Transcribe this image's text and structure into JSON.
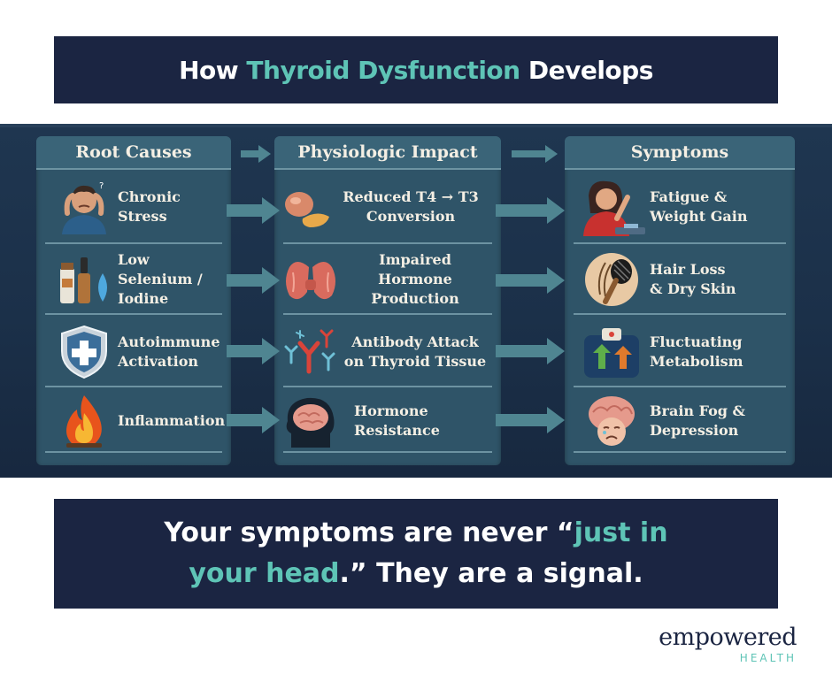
{
  "title": {
    "pre": "How ",
    "accent": "Thyroid Dysfunction",
    "post": " Develops"
  },
  "columns": [
    {
      "heading": "Root Causes",
      "items": [
        {
          "line1": "Chronic",
          "line2": "Stress",
          "line3": "",
          "icon": "stressed-person-icon"
        },
        {
          "line1": "Low",
          "line2": "Selenium /",
          "line3": "Iodine",
          "icon": "supplement-bottles-icon"
        },
        {
          "line1": "Autoimmune",
          "line2": "Activation",
          "line3": "",
          "icon": "shield-cross-icon"
        },
        {
          "line1": "Inflammation",
          "line2": "",
          "line3": "",
          "icon": "flame-icon"
        }
      ]
    },
    {
      "heading": "Physiologic Impact",
      "items": [
        {
          "line1": "Reduced T4 → T3",
          "line2": "Conversion",
          "icon": "organs-icon"
        },
        {
          "line1": "Impaired Hormone",
          "line2": "Production",
          "icon": "thyroid-gland-icon"
        },
        {
          "line1": "Antibody Attack",
          "line2": "on Thyroid Tissue",
          "icon": "antibodies-icon"
        },
        {
          "line1": "Hormone",
          "line2": "Resistance",
          "icon": "brain-head-icon"
        }
      ]
    },
    {
      "heading": "Symptoms",
      "items": [
        {
          "line1": "Fatigue &",
          "line2": "Weight Gain",
          "icon": "tired-woman-scale-icon"
        },
        {
          "line1": "Hair Loss",
          "line2": "& Dry Skin",
          "icon": "hairbrush-icon"
        },
        {
          "line1": "Fluctuating",
          "line2": "Metabolism",
          "icon": "scale-arrows-icon"
        },
        {
          "line1": "Brain Fog &",
          "line2": "Depression",
          "icon": "sad-brain-icon"
        }
      ]
    }
  ],
  "message": {
    "pre": "Your symptoms are never “",
    "accent": "just in your head",
    "post": ".” They are a signal."
  },
  "logo": {
    "name": "empowered",
    "sub": "HEALTH"
  },
  "colors": {
    "navy": "#1b2542",
    "teal": "#5ec4b6",
    "panel": "#2f5468",
    "arrow": "#4f8591"
  }
}
